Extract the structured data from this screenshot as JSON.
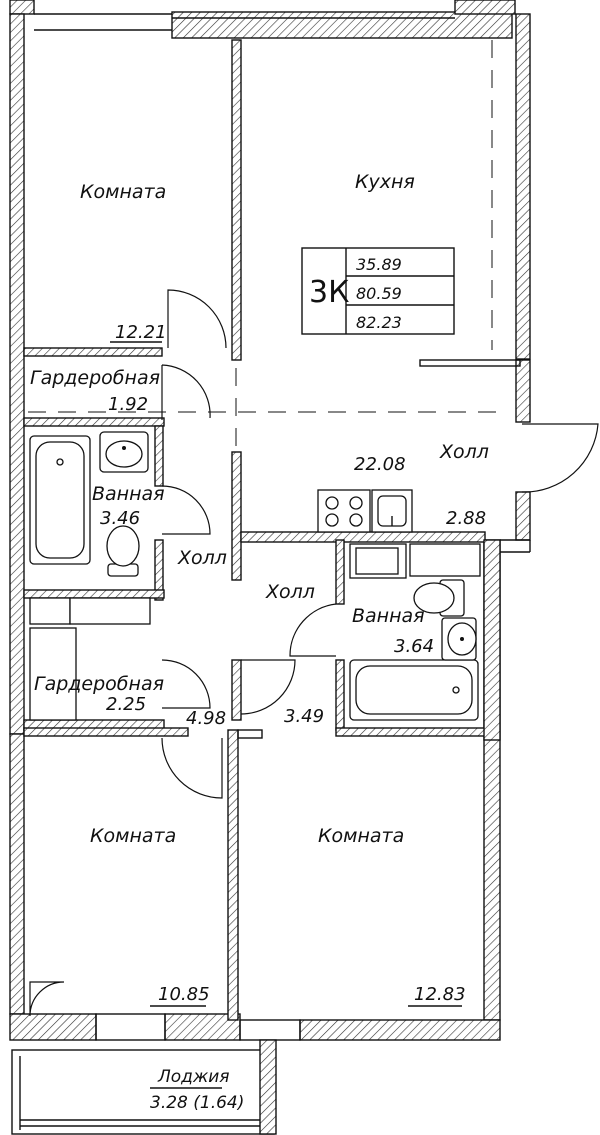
{
  "summary": {
    "type_label": "3К",
    "living_area": "35.89",
    "total_area": "80.59",
    "total_area_with_loggia": "82.23"
  },
  "rooms": {
    "room_top_left": {
      "name": "Комната",
      "area": "12.21"
    },
    "kitchen": {
      "name": "Кухня"
    },
    "wardrobe_top": {
      "name": "Гардеробная",
      "area": "1.92"
    },
    "bathroom_left": {
      "name": "Ванная",
      "area": "3.46"
    },
    "hall_kitchen": {
      "name": "Холл",
      "area": "22.08"
    },
    "hall_entry": {
      "name": "Холл",
      "area": "2.88"
    },
    "hall_left": {
      "name": "Холл",
      "area": "4.98"
    },
    "hall_center": {
      "name": "Холл",
      "area": "3.49"
    },
    "bathroom_right": {
      "name": "Ванная",
      "area": "3.64"
    },
    "wardrobe_bottom": {
      "name": "Гардеробная",
      "area": "2.25"
    },
    "room_bottom_left": {
      "name": "Комната",
      "area": "10.85"
    },
    "room_bottom_right": {
      "name": "Комната",
      "area": "12.83"
    },
    "loggia": {
      "name": "Лоджия",
      "area": "3.28 (1.64)"
    }
  }
}
